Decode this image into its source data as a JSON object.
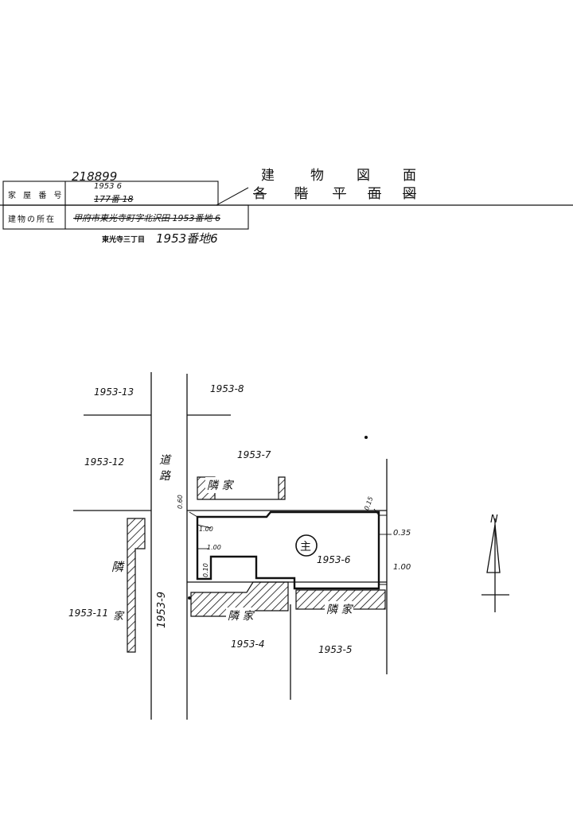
{
  "header": {
    "serial": "218899",
    "title": [
      "建",
      "物",
      "図",
      "面"
    ],
    "subtitle": [
      "各",
      "階",
      "平",
      "面",
      "図"
    ]
  },
  "register": {
    "house_number_label": "家 屋 番 号",
    "house_number_top": "1953  6",
    "house_number_struck": "177番 18",
    "location_label": "建物の所在",
    "location_struck": "甲府市東光寺町字北沢田 1953番地 6",
    "location_current_prefix": "東光寺三丁目",
    "location_current_value": "1953番地6"
  },
  "map": {
    "parcels": {
      "p13": "1953-13",
      "p8": "1953-8",
      "p12": "1953-12",
      "p7": "1953-7",
      "p11": "1953-11",
      "p9": "1953-9",
      "p4": "1953-4",
      "p5": "1953-5",
      "p6": "1953-6"
    },
    "road_label": [
      "道",
      "路"
    ],
    "neighbor_labels": {
      "n_top": "隣 家",
      "n_left_1": "隣",
      "n_left_2": "家",
      "n_bottom_mid": "隣 家",
      "n_bottom_right": "隣 家"
    },
    "main_symbol": "主",
    "dimensions": {
      "d_top_left": "0.60",
      "d_left_1": "1.00",
      "d_left_2": "1.00",
      "d_left_3": "0.10",
      "d_top_right": "0.15",
      "d_right_1": "0.35",
      "d_right_2": "1.00"
    },
    "north_symbol": "N"
  }
}
